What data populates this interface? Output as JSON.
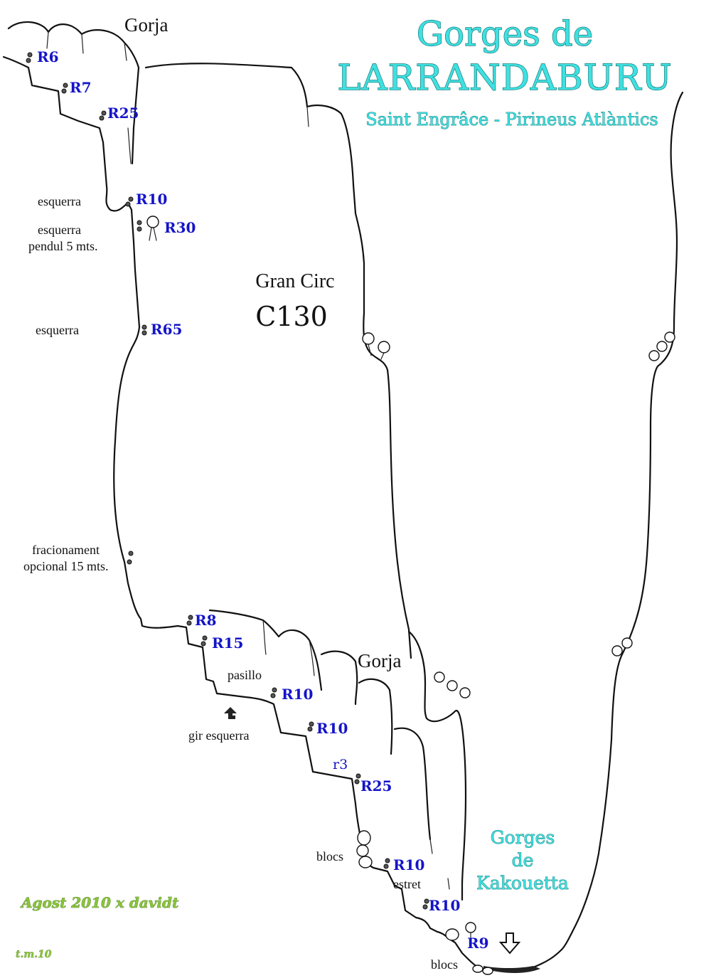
{
  "title": {
    "line1": "Gorges de",
    "line2": "LARRANDABURU",
    "subtitle": "Saint Engrâce - Pirineus Atlàntics"
  },
  "sections": {
    "gorja_top": "Gorja",
    "gran_circ": "Gran Circ",
    "c130": "C130",
    "gorja_bottom": "Gorja",
    "kakouetta": [
      "Gorges",
      "de",
      "Kakouetta"
    ]
  },
  "rappels": {
    "r6": "R6",
    "r7": "R7",
    "r25_top": "R25",
    "r10_a": "R10",
    "r30": "R30",
    "r65": "R65",
    "r8": "R8",
    "r15": "R15",
    "r10_b": "R10",
    "r10_c": "R10",
    "r3": "r3",
    "r25_b": "R25",
    "r10_d": "R10",
    "r10_e": "R10",
    "r9": "R9"
  },
  "notes": {
    "esquerra_1": "esquerra",
    "esquerra_pendul_1": "esquerra",
    "esquerra_pendul_2": "pendul 5 mts.",
    "esquerra_3": "esquerra",
    "fracionament_1": "fracionament",
    "fracionament_2": "opcional 15 mts.",
    "pasillo": "pasillo",
    "gir_esquerra": "gir esquerra",
    "blocs_1": "blocs",
    "estret": "estret",
    "blocs_2": "blocs"
  },
  "signature": {
    "date_author": "Agost 2010 x davidt",
    "initials": "t.m.10"
  },
  "colors": {
    "title": "#3fe0e0",
    "title_outline": "#0a6a6a",
    "rappel": "#1414c8",
    "signature": "#8ac43a"
  },
  "icons": [
    "bolt-anchor-icon",
    "tree-icon",
    "turn-arrow-icon",
    "down-arrow-icon"
  ]
}
